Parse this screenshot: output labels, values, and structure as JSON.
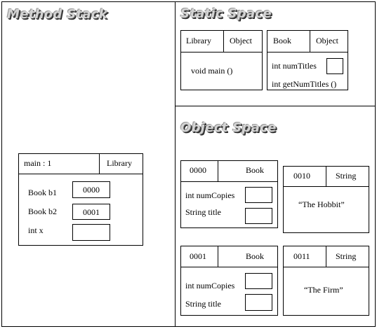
{
  "method_stack": {
    "heading": "Method Stack",
    "frame": {
      "label": "main : 1",
      "class_name": "Library",
      "vars": [
        {
          "label": "Book b1",
          "value": "0000"
        },
        {
          "label": "Book b2",
          "value": "0001"
        },
        {
          "label": "int x",
          "value": ""
        }
      ]
    }
  },
  "static_space": {
    "heading": "Static Space",
    "library_box": {
      "name": "Library",
      "parent": "Object",
      "members": [
        "void main ()"
      ]
    },
    "book_box": {
      "name": "Book",
      "parent": "Object",
      "members": [
        "int numTitles",
        "int getNumTitles ()"
      ]
    }
  },
  "object_space": {
    "heading": "Object Space",
    "objects": [
      {
        "addr": "0000",
        "type": "Book",
        "fields": [
          "int numCopies",
          "String title"
        ]
      },
      {
        "addr": "0010",
        "type": "String",
        "value": "“The Hobbit”"
      },
      {
        "addr": "0001",
        "type": "Book",
        "fields": [
          "int numCopies",
          "String title"
        ]
      },
      {
        "addr": "0011",
        "type": "String",
        "value": "“The Firm”"
      }
    ]
  }
}
